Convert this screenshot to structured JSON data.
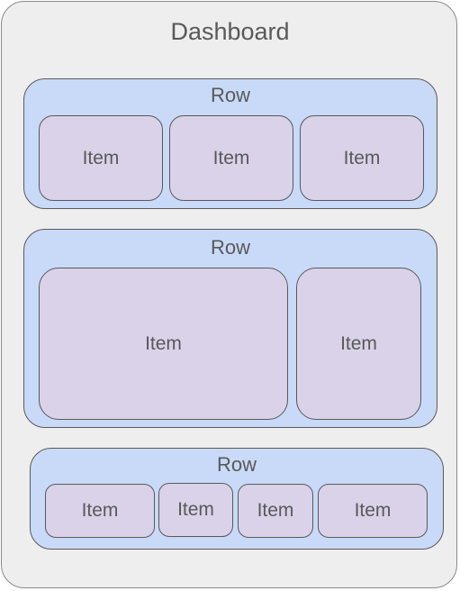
{
  "dashboard": {
    "title": "Dashboard",
    "rows": [
      {
        "label": "Row",
        "items": [
          {
            "label": "Item"
          },
          {
            "label": "Item"
          },
          {
            "label": "Item"
          }
        ]
      },
      {
        "label": "Row",
        "items": [
          {
            "label": "Item"
          },
          {
            "label": "Item"
          }
        ]
      },
      {
        "label": "Row",
        "items": [
          {
            "label": "Item"
          },
          {
            "label": "Item"
          },
          {
            "label": "Item"
          },
          {
            "label": "Item"
          }
        ]
      }
    ]
  },
  "colors": {
    "dashboard_fill": "#eeeeee",
    "row_fill": "#c9daf8",
    "item_fill": "#d9d2e9",
    "text": "#595959",
    "stroke": "#595959"
  }
}
